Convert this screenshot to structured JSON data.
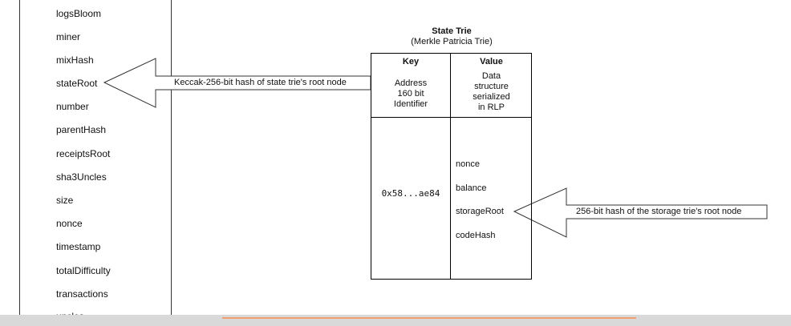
{
  "header_fields": [
    "logsBloom",
    "miner",
    "mixHash",
    "stateRoot",
    "number",
    "parentHash",
    "receiptsRoot",
    "sha3Uncles",
    "size",
    "nonce",
    "timestamp",
    "totalDifficulty",
    "transactions",
    "uncles"
  ],
  "state_trie": {
    "title": "State Trie",
    "subtitle": "(Merkle Patricia Trie)",
    "key_header": "Key",
    "value_header": "Value",
    "key_description": [
      "Address",
      "160 bit",
      "Identifier"
    ],
    "value_description": [
      "Data",
      "structure",
      "serialized",
      "in RLP"
    ],
    "key_value": "0x58...ae84",
    "account_fields": [
      "nonce",
      "balance",
      "storageRoot",
      "codeHash"
    ]
  },
  "arrows": {
    "state_root_label": "Keccak-256-bit hash of state trie's root node",
    "storage_root_label": "256-bit hash of the storage trie's root node"
  },
  "colors": {
    "line": "#333333",
    "bottom_bar": "#d9d9d9",
    "bottom_accent": "#f0a070"
  }
}
